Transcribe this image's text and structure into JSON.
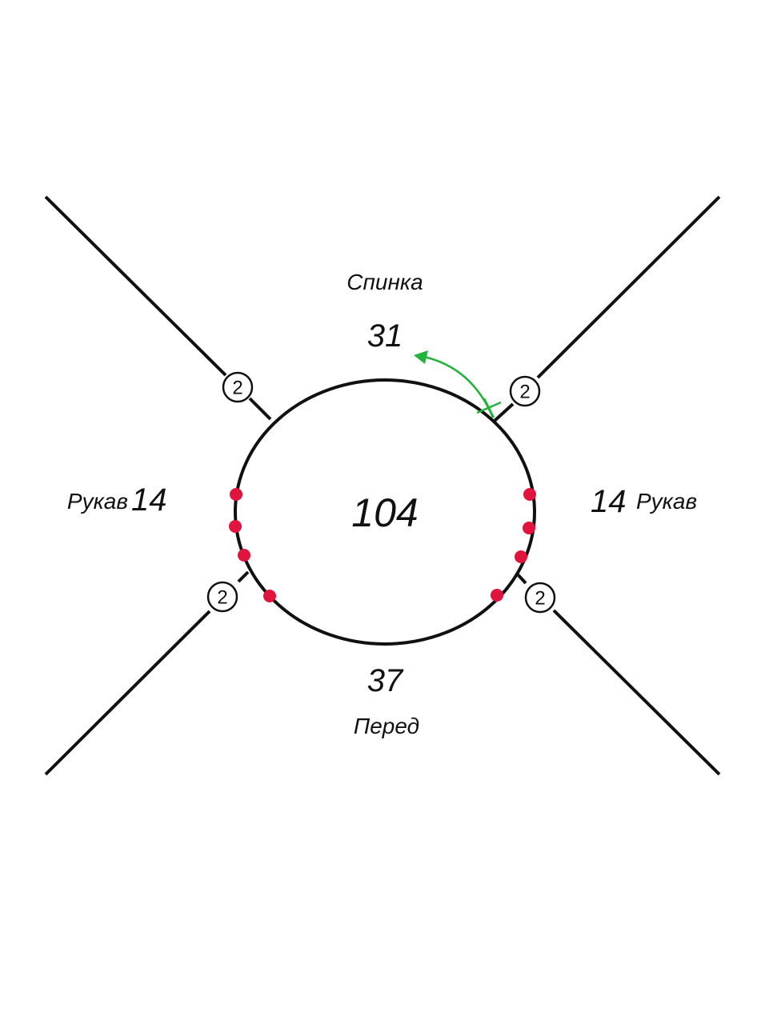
{
  "diagram": {
    "total_stitches": "104",
    "sections": {
      "back": {
        "label": "Спинка",
        "count": "31"
      },
      "front": {
        "label": "Перед",
        "count": "37"
      },
      "left_sleeve": {
        "label": "Рукав",
        "count": "14"
      },
      "right_sleeve": {
        "label": "Рукав",
        "count": "14"
      }
    },
    "raglan_marker": "2",
    "colors": {
      "line": "#111111",
      "dot": "#e0143c",
      "arrow": "#22b33a"
    },
    "icons": {
      "start_marker": "cross-mark",
      "direction": "curved-arrow"
    }
  }
}
